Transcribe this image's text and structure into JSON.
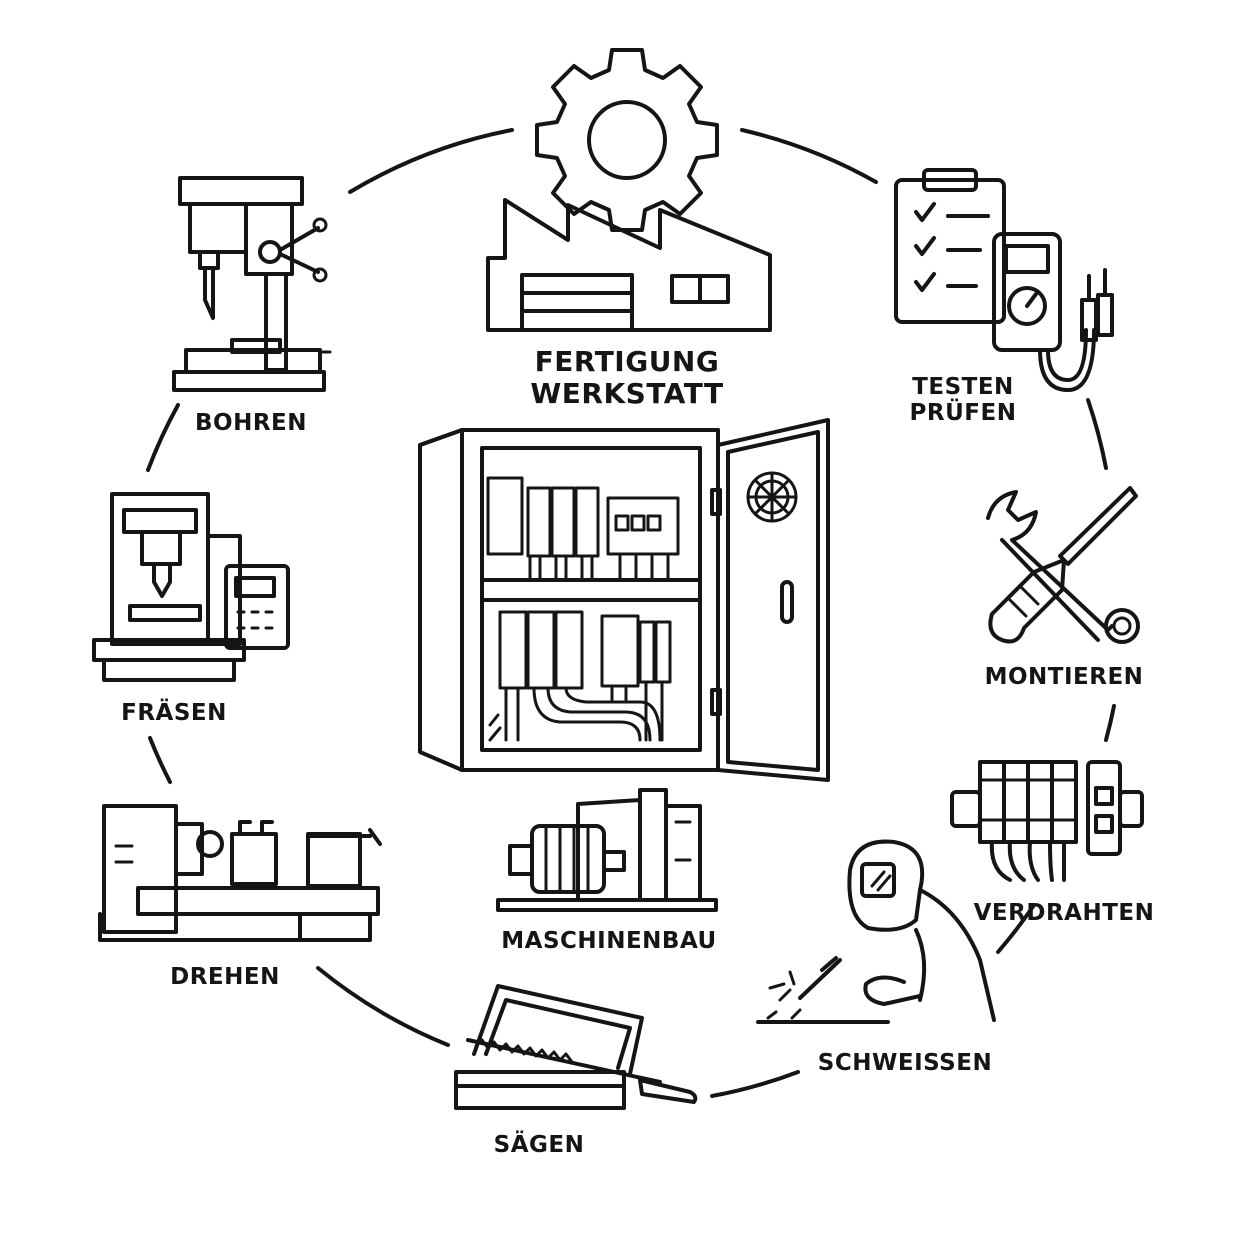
{
  "center": {
    "title_line1": "FERTIGUNG",
    "title_line2": "WERKSTATT",
    "machine_label": "MASCHINENBAU"
  },
  "steps": {
    "bohren": "BOHREN",
    "testen_line1": "TESTEN",
    "testen_line2": "PRÜFEN",
    "montieren": "MONTIEREN",
    "fraesen": "FRÄSEN",
    "verdrahten": "VERDRAHTEN",
    "drehen": "DREHEN",
    "schweissen": "SCHWEISSEN",
    "saegen": "SÄGEN"
  },
  "colors": {
    "ink": "#151515",
    "background": "#ffffff"
  }
}
